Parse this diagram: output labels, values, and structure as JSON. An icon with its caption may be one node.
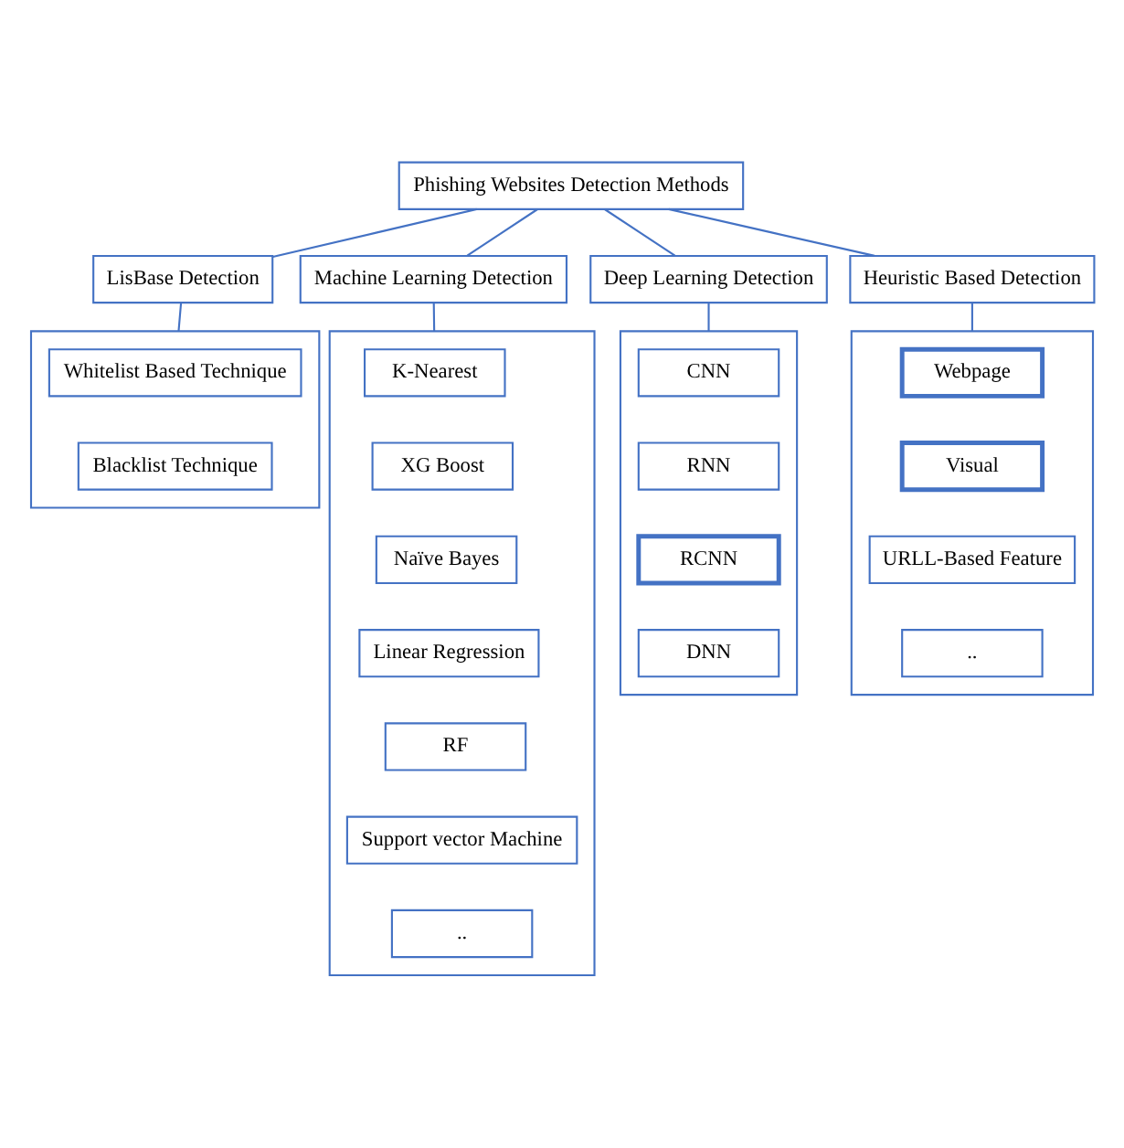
{
  "diagram": {
    "nodes": [
      {
        "text": [
          "Phishing Websites Detection Methods"
        ]
      },
      {
        "text": [
          "LisBase Detection"
        ]
      },
      {
        "text": [
          "Machine Learning Detection"
        ]
      },
      {
        "text": [
          "Deep Learning Detection"
        ]
      },
      {
        "text": [
          "Heuristic Based Detection"
        ]
      },
      {
        "text": [],
        "shape": "box"
      },
      {
        "text": [
          "Whitelist Based Technique"
        ],
        "in": 5
      },
      {
        "text": [
          "Blacklist Technique"
        ],
        "in": 5
      },
      {
        "text": [],
        "shape": "box"
      },
      {
        "text": [
          "K-Nearest"
        ],
        "in": 8
      },
      {
        "text": [
          "XG Boost"
        ],
        "in": 8
      },
      {
        "text": [
          "Naïve Bayes"
        ],
        "in": 8
      },
      {
        "text": [
          "Linear Regression"
        ],
        "in": 8
      },
      {
        "text": [
          "RF"
        ],
        "in": 8
      },
      {
        "text": [
          "Support vector Machine"
        ],
        "in": 8
      },
      {
        "text": [
          ".."
        ],
        "in": 8
      },
      {
        "text": [],
        "shape": "box"
      },
      {
        "text": [
          "CNN"
        ],
        "in": 16
      },
      {
        "text": [
          "RNN"
        ],
        "in": 16
      },
      {
        "text": [
          "RCNN"
        ],
        "in": 16
      },
      {
        "text": [
          "DNN"
        ],
        "in": 16
      },
      {
        "text": [],
        "shape": "box"
      },
      {
        "text": [
          "Webpage"
        ],
        "in": 21
      },
      {
        "text": [
          "Visual"
        ],
        "in": 21
      },
      {
        "text": [
          "URLL-Based Feature"
        ],
        "in": 21
      },
      {
        "text": [
          ".."
        ],
        "in": 21
      }
    ],
    "edges": [
      {
        "from": 0,
        "to": 1,
        "arrow": "none"
      },
      {
        "from": 0,
        "to": 2,
        "arrow": "none"
      },
      {
        "from": 0,
        "to": 3,
        "arrow": "none"
      },
      {
        "from": 0,
        "to": 4,
        "arrow": "none"
      },
      {
        "from": 1,
        "to": 5,
        "arrow": "none"
      },
      {
        "from": 2,
        "to": 8,
        "arrow": "none"
      },
      {
        "from": 3,
        "to": 16,
        "arrow": "none"
      },
      {
        "from": 4,
        "to": 21,
        "arrow": "none"
      }
    ]
  }
}
